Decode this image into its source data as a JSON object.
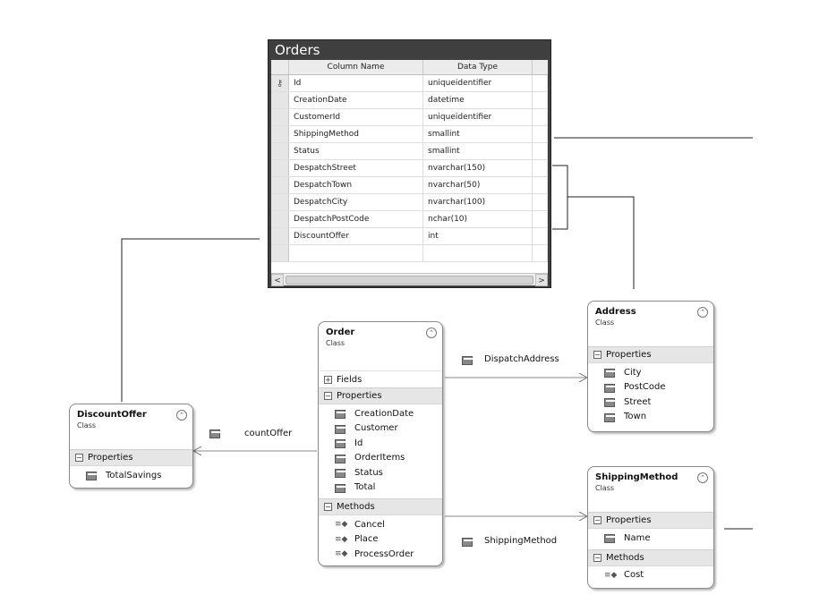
{
  "table": {
    "title": "Orders",
    "columns": [
      "Column Name",
      "Data Type"
    ],
    "rows": [
      {
        "name": "Id",
        "type": "uniqueidentifier",
        "key": true
      },
      {
        "name": "CreationDate",
        "type": "datetime",
        "key": false
      },
      {
        "name": "CustomerId",
        "type": "uniqueidentifier",
        "key": false
      },
      {
        "name": "ShippingMethod",
        "type": "smallint",
        "key": false
      },
      {
        "name": "Status",
        "type": "smallint",
        "key": false
      },
      {
        "name": "DespatchStreet",
        "type": "nvarchar(150)",
        "key": false
      },
      {
        "name": "DespatchTown",
        "type": "nvarchar(50)",
        "key": false
      },
      {
        "name": "DespatchCity",
        "type": "nvarchar(100)",
        "key": false
      },
      {
        "name": "DespatchPostCode",
        "type": "nchar(10)",
        "key": false
      },
      {
        "name": "DiscountOffer",
        "type": "int",
        "key": false
      }
    ],
    "scroll_left_glyph": "<",
    "scroll_right_glyph": ">",
    "key_icon": "key-icon"
  },
  "classes": {
    "order": {
      "name": "Order",
      "stereotype": "Class",
      "fields_label": "Fields",
      "properties_label": "Properties",
      "properties": [
        "CreationDate",
        "Customer",
        "Id",
        "OrderItems",
        "Status",
        "Total"
      ],
      "methods_label": "Methods",
      "methods": [
        "Cancel",
        "Place",
        "ProcessOrder"
      ]
    },
    "address": {
      "name": "Address",
      "stereotype": "Class",
      "properties_label": "Properties",
      "properties": [
        "City",
        "PostCode",
        "Street",
        "Town"
      ]
    },
    "discount": {
      "name": "DiscountOffer",
      "stereotype": "Class",
      "properties_label": "Properties",
      "properties": [
        "TotalSavings"
      ]
    },
    "shipping": {
      "name": "ShippingMethod",
      "stereotype": "Class",
      "properties_label": "Properties",
      "properties": [
        "Name"
      ],
      "methods_label": "Methods",
      "methods": [
        "Cost"
      ]
    }
  },
  "associations": {
    "dispatch": "DispatchAddress",
    "discount": "countOffer",
    "shipping": "ShippingMethod"
  },
  "glyphs": {
    "collapse": "⌃",
    "minus": "−",
    "plus": "+",
    "method": "≡◆"
  }
}
